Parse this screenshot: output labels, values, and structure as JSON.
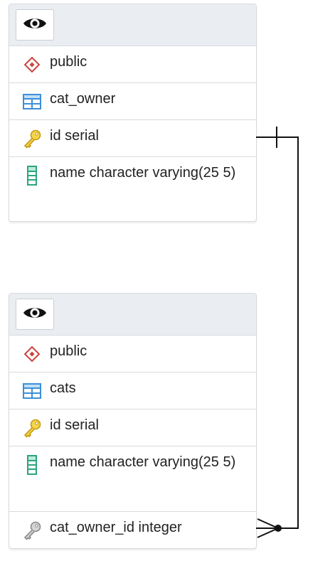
{
  "tables": [
    {
      "schema": "public",
      "name": "cat_owner",
      "columns": [
        {
          "label": "id serial",
          "icon": "primary-key-icon"
        },
        {
          "label": "name character varying(25 5)",
          "icon": "column-icon"
        }
      ]
    },
    {
      "schema": "public",
      "name": "cats",
      "columns": [
        {
          "label": "id serial",
          "icon": "primary-key-icon"
        },
        {
          "label": "name character varying(25 5)",
          "icon": "column-icon"
        },
        {
          "label": "cat_owner_id integer",
          "icon": "foreign-key-icon"
        }
      ]
    }
  ],
  "relationship": {
    "from": "cats.cat_owner_id",
    "to": "cat_owner.id",
    "type": "many-to-one"
  },
  "colors": {
    "schema_icon": "#c9453f",
    "table_icon": "#3d8fd8",
    "key_icon": "#e0b21e",
    "column_icon": "#2aa67a",
    "fk_icon": "#8a8a8a",
    "line": "#111111"
  }
}
